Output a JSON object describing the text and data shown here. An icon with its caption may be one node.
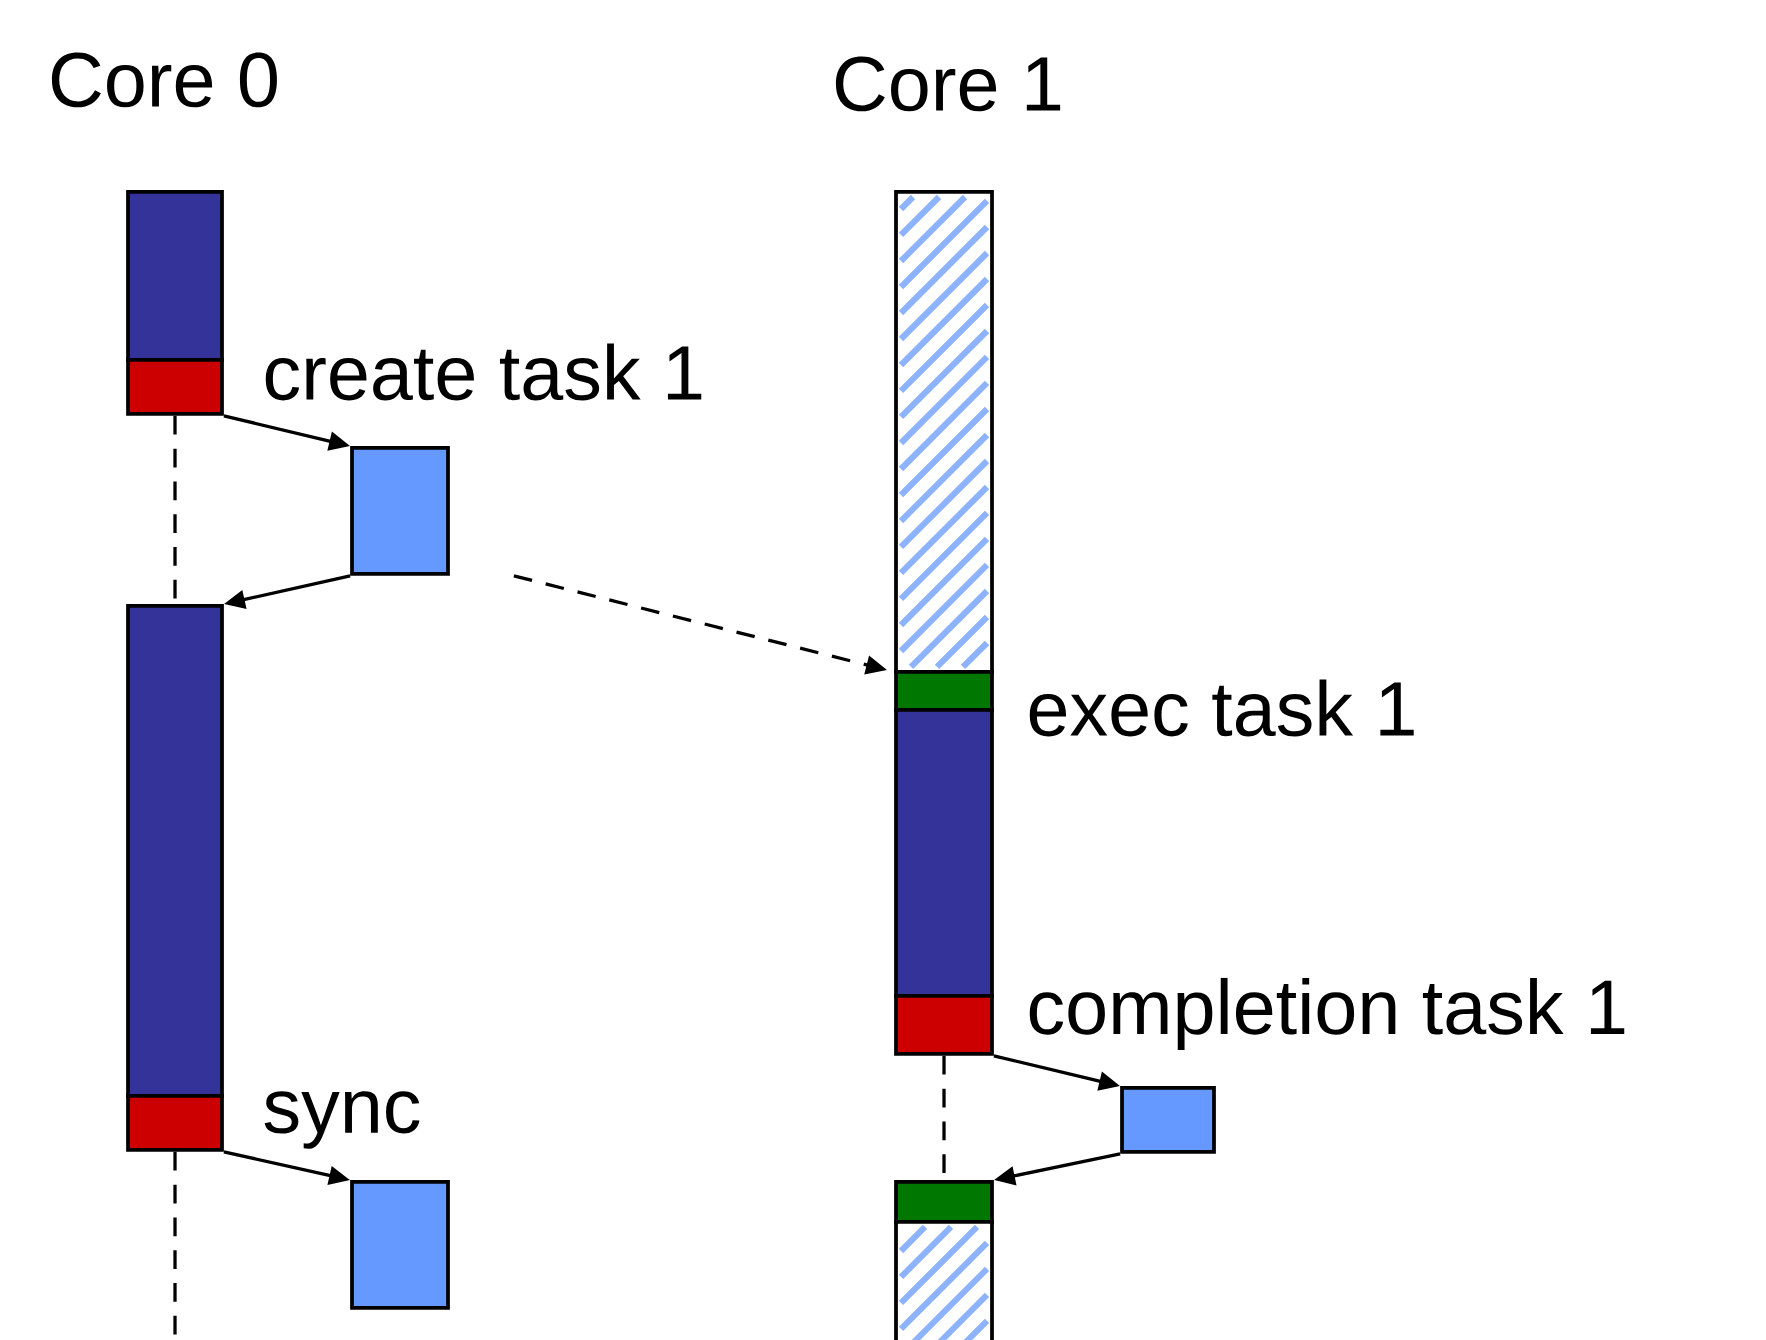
{
  "diagram": {
    "nodes": [
      {
        "text": [],
        "shape": "bar"
      },
      {
        "text": [],
        "shape": "bar",
        "beside": [
          "create task 1"
        ]
      },
      {
        "text": [],
        "shape": "box"
      },
      {
        "text": [],
        "shape": "bar"
      },
      {
        "text": [],
        "shape": "bar",
        "beside": [
          "sync"
        ]
      },
      {
        "text": [],
        "shape": "box"
      },
      {
        "text": [],
        "shape": "bar"
      },
      {
        "text": [],
        "shape": "bar",
        "beside": [
          "exec task 1"
        ]
      },
      {
        "text": [],
        "shape": "bar"
      },
      {
        "text": [],
        "shape": "bar",
        "beside": [
          "completion task 1"
        ]
      },
      {
        "text": [],
        "shape": "box"
      },
      {
        "text": [],
        "shape": "bar"
      },
      {
        "text": [],
        "shape": "bar"
      }
    ],
    "edges": [
      {
        "from": 1,
        "to": 2,
        "arrow": "to"
      },
      {
        "from": 1,
        "to": 3,
        "arrow": "none",
        "style": "dashed"
      },
      {
        "from": 2,
        "to": 3,
        "arrow": "to"
      },
      {
        "from": 2,
        "to": 7,
        "arrow": "to",
        "style": "dashed"
      },
      {
        "from": 4,
        "to": 5,
        "arrow": "to"
      },
      {
        "from": 4,
        "to": null,
        "arrow": "none",
        "style": "dashed"
      },
      {
        "from": 9,
        "to": 10,
        "arrow": "to"
      },
      {
        "from": 10,
        "to": 11,
        "arrow": "to"
      },
      {
        "from": 9,
        "to": 11,
        "arrow": "none",
        "style": "dashed"
      }
    ],
    "labels": [
      "Core 0",
      "Core 1"
    ]
  }
}
